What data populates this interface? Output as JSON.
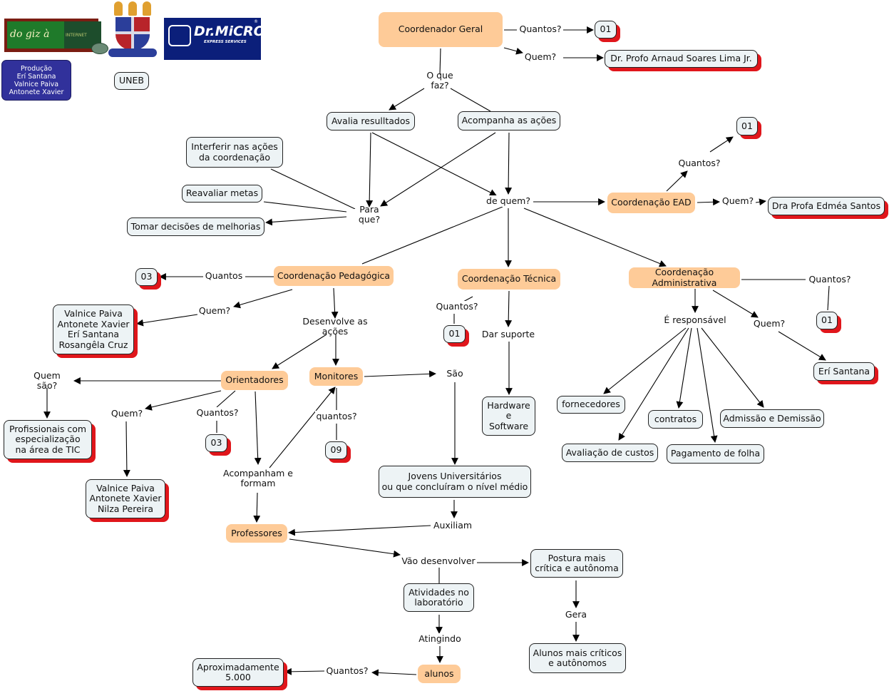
{
  "logos": {
    "dogiz": {
      "text_a": "do giz",
      "text_b": "à",
      "text_c": "INTERNET"
    },
    "drmicro": {
      "title": "Dr.MiCRO",
      "subtitle": "EXPRESS SERVICES",
      "reg": "®"
    },
    "uneb_label": "UNEB"
  },
  "credits": {
    "heading": "Produção",
    "names": [
      "Erí Santana",
      "Valnice Paiva",
      "Antonete Xavier"
    ]
  },
  "colors": {
    "concept_fill": "#fecb98",
    "box_fill": "#edf3f5",
    "shadow": "#e0161b",
    "credits_fill": "#31319b",
    "drmicro_fill": "#0b1f7a"
  },
  "nodes": {
    "coord_geral": "Coordenador Geral",
    "q_quantos_1": "Quantos?",
    "v_01_a": "01",
    "q_quem_1": "Quem?",
    "v_arnaud": "Dr. Profo Arnaud Soares Lima Jr.",
    "q_oquefaz": "O que faz?",
    "avalia": "Avalia resulltados",
    "acompanha": "Acompanha as ações",
    "interferir": "Interferir nas ações\nda coordenação",
    "reavaliar": "Reavaliar metas",
    "tomar": "Tomar decisões de melhorias",
    "q_paraque": "Para que?",
    "q_dequem": "de quem?",
    "coord_ead": "Coordenação EAD",
    "q_quantos_ead": "Quantos?",
    "v_01_ead": "01",
    "q_quem_ead": "Quem?",
    "v_edmea": "Dra Profa Edméa Santos",
    "coord_ped": "Coordenação Pedagógica",
    "q_quantos_ped": "Quantos",
    "v_03_ped": "03",
    "q_quem_ped": "Quem?",
    "v_ped_names": "Valnice Paiva\nAntonete Xavier\nErí Santana\nRosangêla Cruz",
    "q_desenvolve": "Desenvolve as ações",
    "orientadores": "Orientadores",
    "monitores": "Monitores",
    "q_quemsao": "Quem são?",
    "v_profissionais": "Profissionais com\nespecialização\nna área de TIC",
    "q_quem_ori": "Quem?",
    "v_ori_names": "Valnice Paiva\nAntonete Xavier\nNilza Pereira",
    "q_quantos_ori": "Quantos?",
    "v_03_ori": "03",
    "q_quantos_mon": "quantos?",
    "v_09": "09",
    "q_acompanham": "Acompanham e formam",
    "q_sao": "São",
    "v_jovens": "Jovens Universitários\nou que concluíram o nível médio",
    "q_auxiliam": "Auxiliam",
    "professores": "Professores",
    "q_vao": "Vão desenvolver",
    "v_postura": "Postura mais\ncrítica e autônoma",
    "q_gera": "Gera",
    "v_alunos_criticos": "Alunos mais críticos\ne autônomos",
    "v_atividades": "Atividades no\nlaboratório",
    "q_atingindo": "Atingindo",
    "alunos": "alunos",
    "q_quantos_alunos": "Quantos?",
    "v_5000": "Aproximadamente\n5.000",
    "coord_tec": "Coordenação Técnica",
    "q_quantos_tec": "Quantos?",
    "v_01_tec": "01",
    "q_dar": "Dar suporte",
    "v_hw": "Hardware\ne\nSoftware",
    "coord_adm": "Coordenação Administrativa",
    "q_quantos_adm": "Quantos?",
    "v_01_adm": "01",
    "q_responsavel": "É responsável",
    "q_quem_adm": "Quem?",
    "v_eri": "Erí Santana",
    "v_fornecedores": "fornecedores",
    "v_contratos": "contratos",
    "v_admissao": "Admissão e Demissão",
    "v_avaliacao": "Avaliação de custos",
    "v_pagamento": "Pagamento de folha"
  }
}
